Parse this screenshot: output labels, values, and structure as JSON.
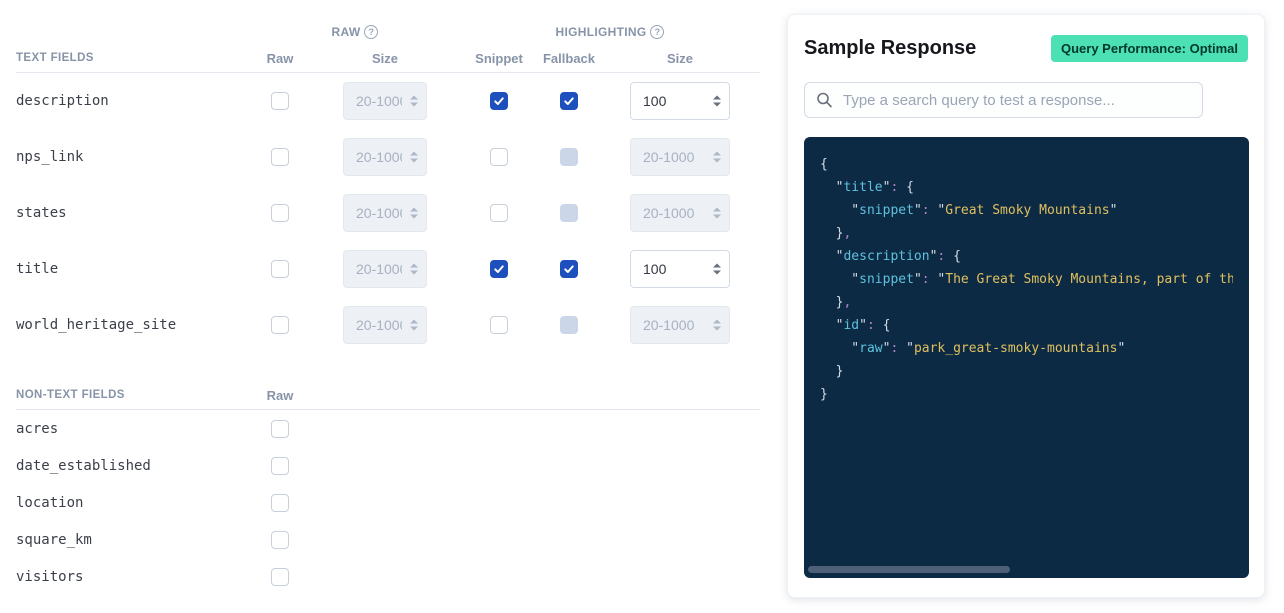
{
  "left_panel": {
    "raw_group_label": "RAW",
    "highlighting_group_label": "HIGHLIGHTING",
    "text_fields_header": "TEXT FIELDS",
    "non_text_fields_header": "NON-TEXT FIELDS",
    "columns": {
      "raw": "Raw",
      "raw_size": "Size",
      "snippet": "Snippet",
      "fallback": "Fallback",
      "highlight_size": "Size"
    },
    "size_placeholder": "20-1000",
    "non_text_raw_column": "Raw",
    "text_fields": [
      {
        "name": "description",
        "raw": false,
        "snippet": true,
        "fallback": true,
        "highlight_size": "100"
      },
      {
        "name": "nps_link",
        "raw": false,
        "snippet": false,
        "fallback": false,
        "highlight_size": ""
      },
      {
        "name": "states",
        "raw": false,
        "snippet": false,
        "fallback": false,
        "highlight_size": ""
      },
      {
        "name": "title",
        "raw": false,
        "snippet": true,
        "fallback": true,
        "highlight_size": "100"
      },
      {
        "name": "world_heritage_site",
        "raw": false,
        "snippet": false,
        "fallback": false,
        "highlight_size": ""
      }
    ],
    "non_text_fields": [
      {
        "name": "acres",
        "raw": false
      },
      {
        "name": "date_established",
        "raw": false
      },
      {
        "name": "location",
        "raw": false
      },
      {
        "name": "square_km",
        "raw": false
      },
      {
        "name": "visitors",
        "raw": false
      }
    ]
  },
  "sample_response": {
    "title": "Sample Response",
    "badge": "Query Performance: Optimal",
    "search_placeholder": "Type a search query to test a response...",
    "code_lines": [
      [
        [
          "pl",
          "{"
        ]
      ],
      [
        [
          "pl",
          "  \""
        ],
        [
          "k",
          "title"
        ],
        [
          "pl",
          "\""
        ],
        [
          "pn",
          ":"
        ],
        [
          "pl",
          " "
        ],
        [
          "pl",
          "{"
        ]
      ],
      [
        [
          "pl",
          "    \""
        ],
        [
          "k",
          "snippet"
        ],
        [
          "pl",
          "\""
        ],
        [
          "pn",
          ":"
        ],
        [
          "pl",
          " \""
        ],
        [
          "v",
          "Great Smoky Mountains"
        ],
        [
          "pl",
          "\""
        ]
      ],
      [
        [
          "pl",
          "  }"
        ],
        [
          "pn",
          ","
        ]
      ],
      [
        [
          "pl",
          "  \""
        ],
        [
          "k",
          "description"
        ],
        [
          "pl",
          "\""
        ],
        [
          "pn",
          ":"
        ],
        [
          "pl",
          " "
        ],
        [
          "pl",
          "{"
        ]
      ],
      [
        [
          "pl",
          "    \""
        ],
        [
          "k",
          "snippet"
        ],
        [
          "pl",
          "\""
        ],
        [
          "pn",
          ":"
        ],
        [
          "pl",
          " \""
        ],
        [
          "v",
          "The Great Smoky Mountains, part of the Appalachian Mountains"
        ]
      ],
      [
        [
          "pl",
          "  }"
        ],
        [
          "pn",
          ","
        ]
      ],
      [
        [
          "pl",
          "  \""
        ],
        [
          "k",
          "id"
        ],
        [
          "pl",
          "\""
        ],
        [
          "pn",
          ":"
        ],
        [
          "pl",
          " "
        ],
        [
          "pl",
          "{"
        ]
      ],
      [
        [
          "pl",
          "    \""
        ],
        [
          "k",
          "raw"
        ],
        [
          "pl",
          "\""
        ],
        [
          "pn",
          ":"
        ],
        [
          "pl",
          " \""
        ],
        [
          "v",
          "park_great-smoky-mountains"
        ],
        [
          "pl",
          "\""
        ]
      ],
      [
        [
          "pl",
          "  }"
        ]
      ],
      [
        [
          "pl",
          "}"
        ]
      ]
    ]
  },
  "colors": {
    "checkbox_checked": "#1d4fbd",
    "badge_bg": "#4ce0b5",
    "badge_text": "#01372c",
    "code_bg": "#0d2a45",
    "code_key": "#5ec2dd",
    "code_value": "#e0c05e",
    "code_punct": "#b184c8",
    "code_plain": "#d6dde6",
    "header_gray": "#8794a8"
  }
}
